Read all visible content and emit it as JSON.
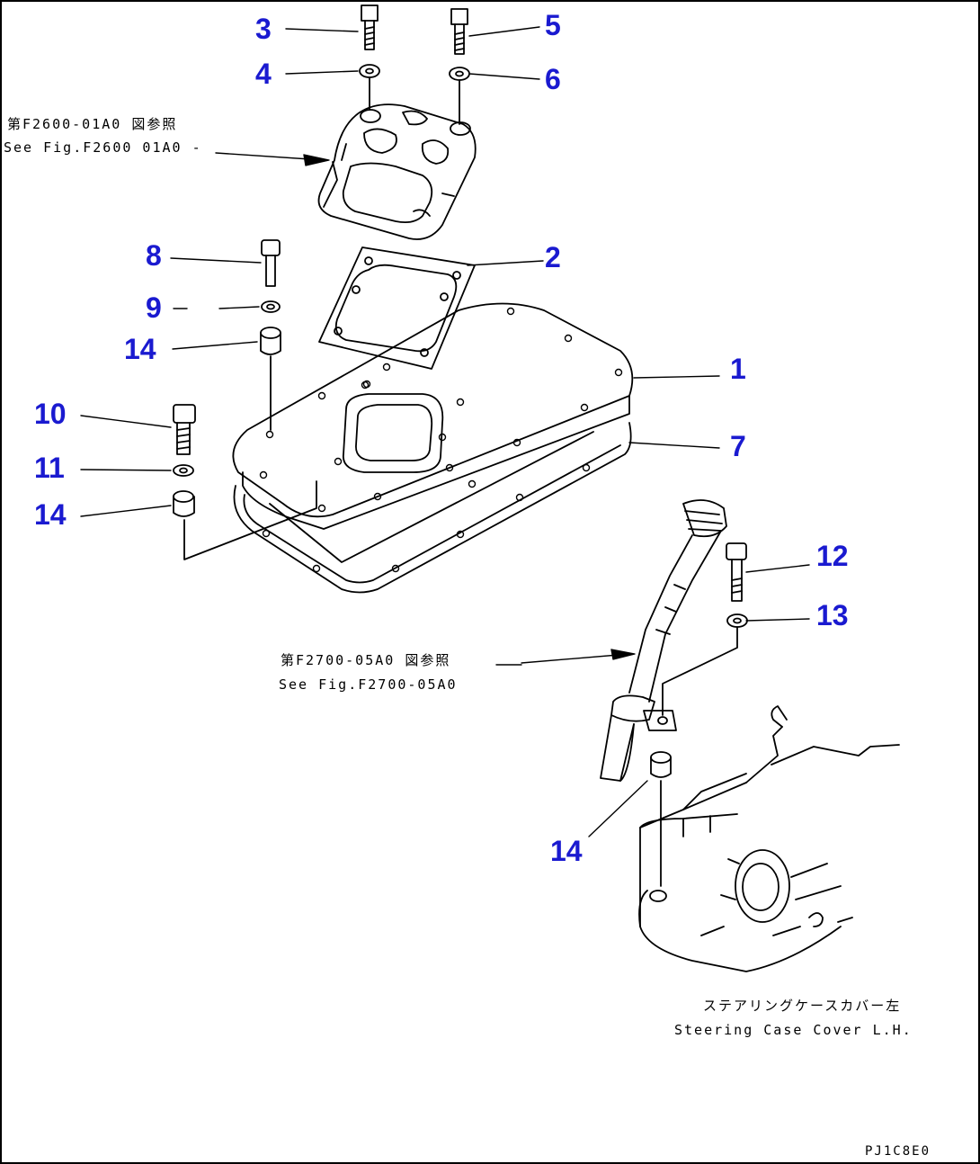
{
  "colors": {
    "callout": "#1a1ad0",
    "line": "#000000",
    "background": "#ffffff"
  },
  "callouts": {
    "c1": "1",
    "c2": "2",
    "c3": "3",
    "c4": "4",
    "c5": "5",
    "c6": "6",
    "c7": "7",
    "c8": "8",
    "c9": "9",
    "c10": "10",
    "c11": "11",
    "c12": "12",
    "c13": "13",
    "c14a": "14",
    "c14b": "14",
    "c14c": "14"
  },
  "notes": {
    "fig_f2600_jp": "第F2600-01A0 図参照",
    "fig_f2600_en": "See Fig.F2600 01A0 -",
    "fig_f2700_jp": "第F2700-05A0 図参照",
    "fig_f2700_en": "See Fig.F2700-05A0",
    "case_cover_jp": "ステアリングケースカバー左",
    "case_cover_en": "Steering Case Cover L.H."
  },
  "drawing_code": "PJ1C8E0"
}
